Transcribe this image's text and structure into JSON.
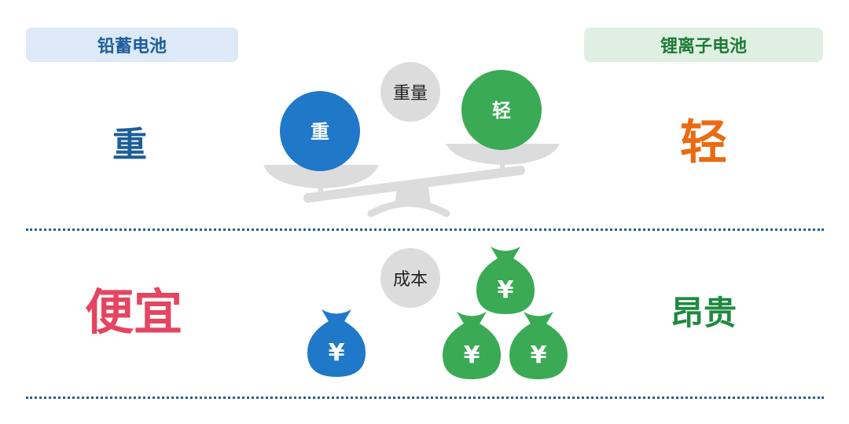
{
  "left_battery": {
    "title": "铅蓄电池",
    "weight": "重",
    "cost": "便宜"
  },
  "right_battery": {
    "title": "锂离子电池",
    "weight": "轻",
    "cost": "昂贵"
  },
  "criteria": {
    "weight": "重量",
    "cost": "成本"
  },
  "balls": {
    "heavy": "重",
    "light": "轻"
  },
  "money_symbol": "¥",
  "colors": {
    "blue": "#1f78c8",
    "green": "#3aaa55",
    "orange": "#ea6a12",
    "red": "#e54560",
    "gray": "#dcdcdc"
  }
}
